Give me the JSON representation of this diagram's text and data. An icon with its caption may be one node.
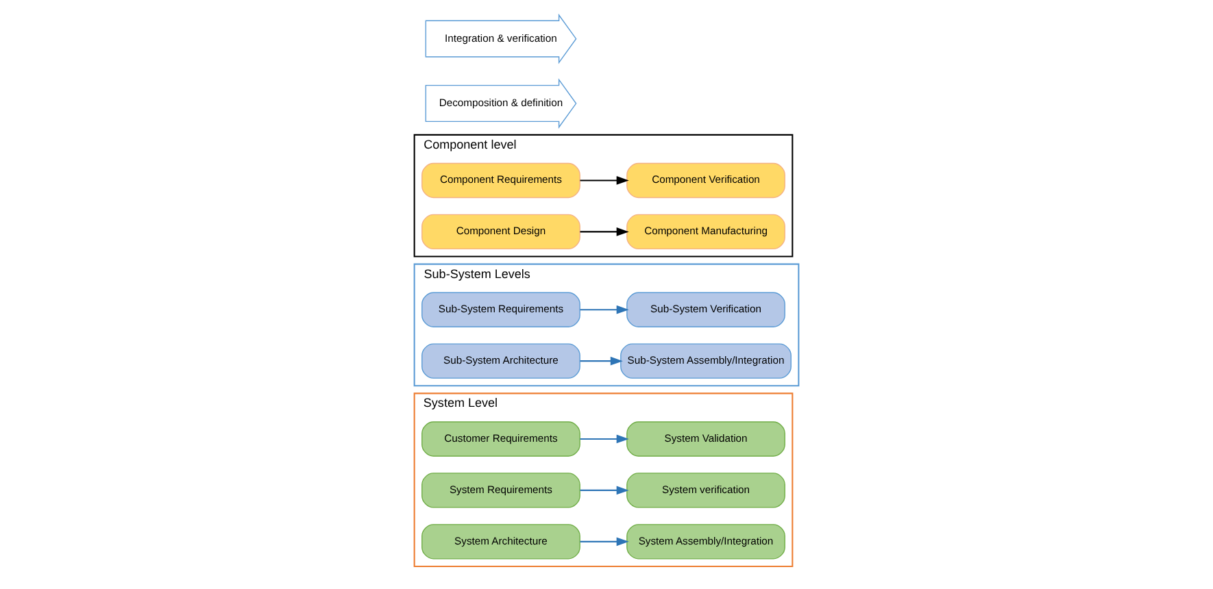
{
  "diagram": {
    "nodes": [
      {
        "text": [
          "System Level"
        ]
      },
      {
        "text": [
          "Customer Requirements"
        ],
        "in": 0
      },
      {
        "text": [
          "System Validation"
        ],
        "in": 0
      },
      {
        "text": [
          "System Requirements"
        ],
        "in": 0
      },
      {
        "text": [
          "System verification"
        ],
        "in": 0
      },
      {
        "text": [
          "System Architecture"
        ],
        "in": 0
      },
      {
        "text": [
          "System Assembly/Integration"
        ],
        "in": 0
      },
      {
        "text": [
          "Sub-System Levels"
        ]
      },
      {
        "text": [
          "Sub-System Requirements"
        ],
        "in": 7
      },
      {
        "text": [
          "Sub-System Verification"
        ],
        "in": 7
      },
      {
        "text": [
          "Sub-System Architecture"
        ],
        "in": 7
      },
      {
        "text": [
          "Sub-System Assembly/Integration"
        ],
        "in": 7
      },
      {
        "text": [
          "Component level"
        ]
      },
      {
        "text": [
          "Component Requirements"
        ],
        "in": 12
      },
      {
        "text": [
          "Component Verification"
        ],
        "in": 12
      },
      {
        "text": [
          "Component Design"
        ],
        "in": 12
      },
      {
        "text": [
          "Component Manufacturing"
        ],
        "in": 12
      },
      {
        "text": [
          "Decomposition & definition"
        ]
      },
      {
        "text": [
          "Integration & verification"
        ]
      }
    ],
    "edges": [
      {
        "from": 1,
        "to": 2,
        "arrow": "to"
      },
      {
        "from": 3,
        "to": 4,
        "arrow": "to"
      },
      {
        "from": 5,
        "to": 6,
        "arrow": "to"
      },
      {
        "from": 8,
        "to": 9,
        "arrow": "to"
      },
      {
        "from": 10,
        "to": 11,
        "arrow": "to"
      },
      {
        "from": 13,
        "to": 14,
        "arrow": "to",
        "color": "#000000"
      },
      {
        "from": 15,
        "to": 16,
        "arrow": "to",
        "color": "#000000"
      }
    ]
  }
}
